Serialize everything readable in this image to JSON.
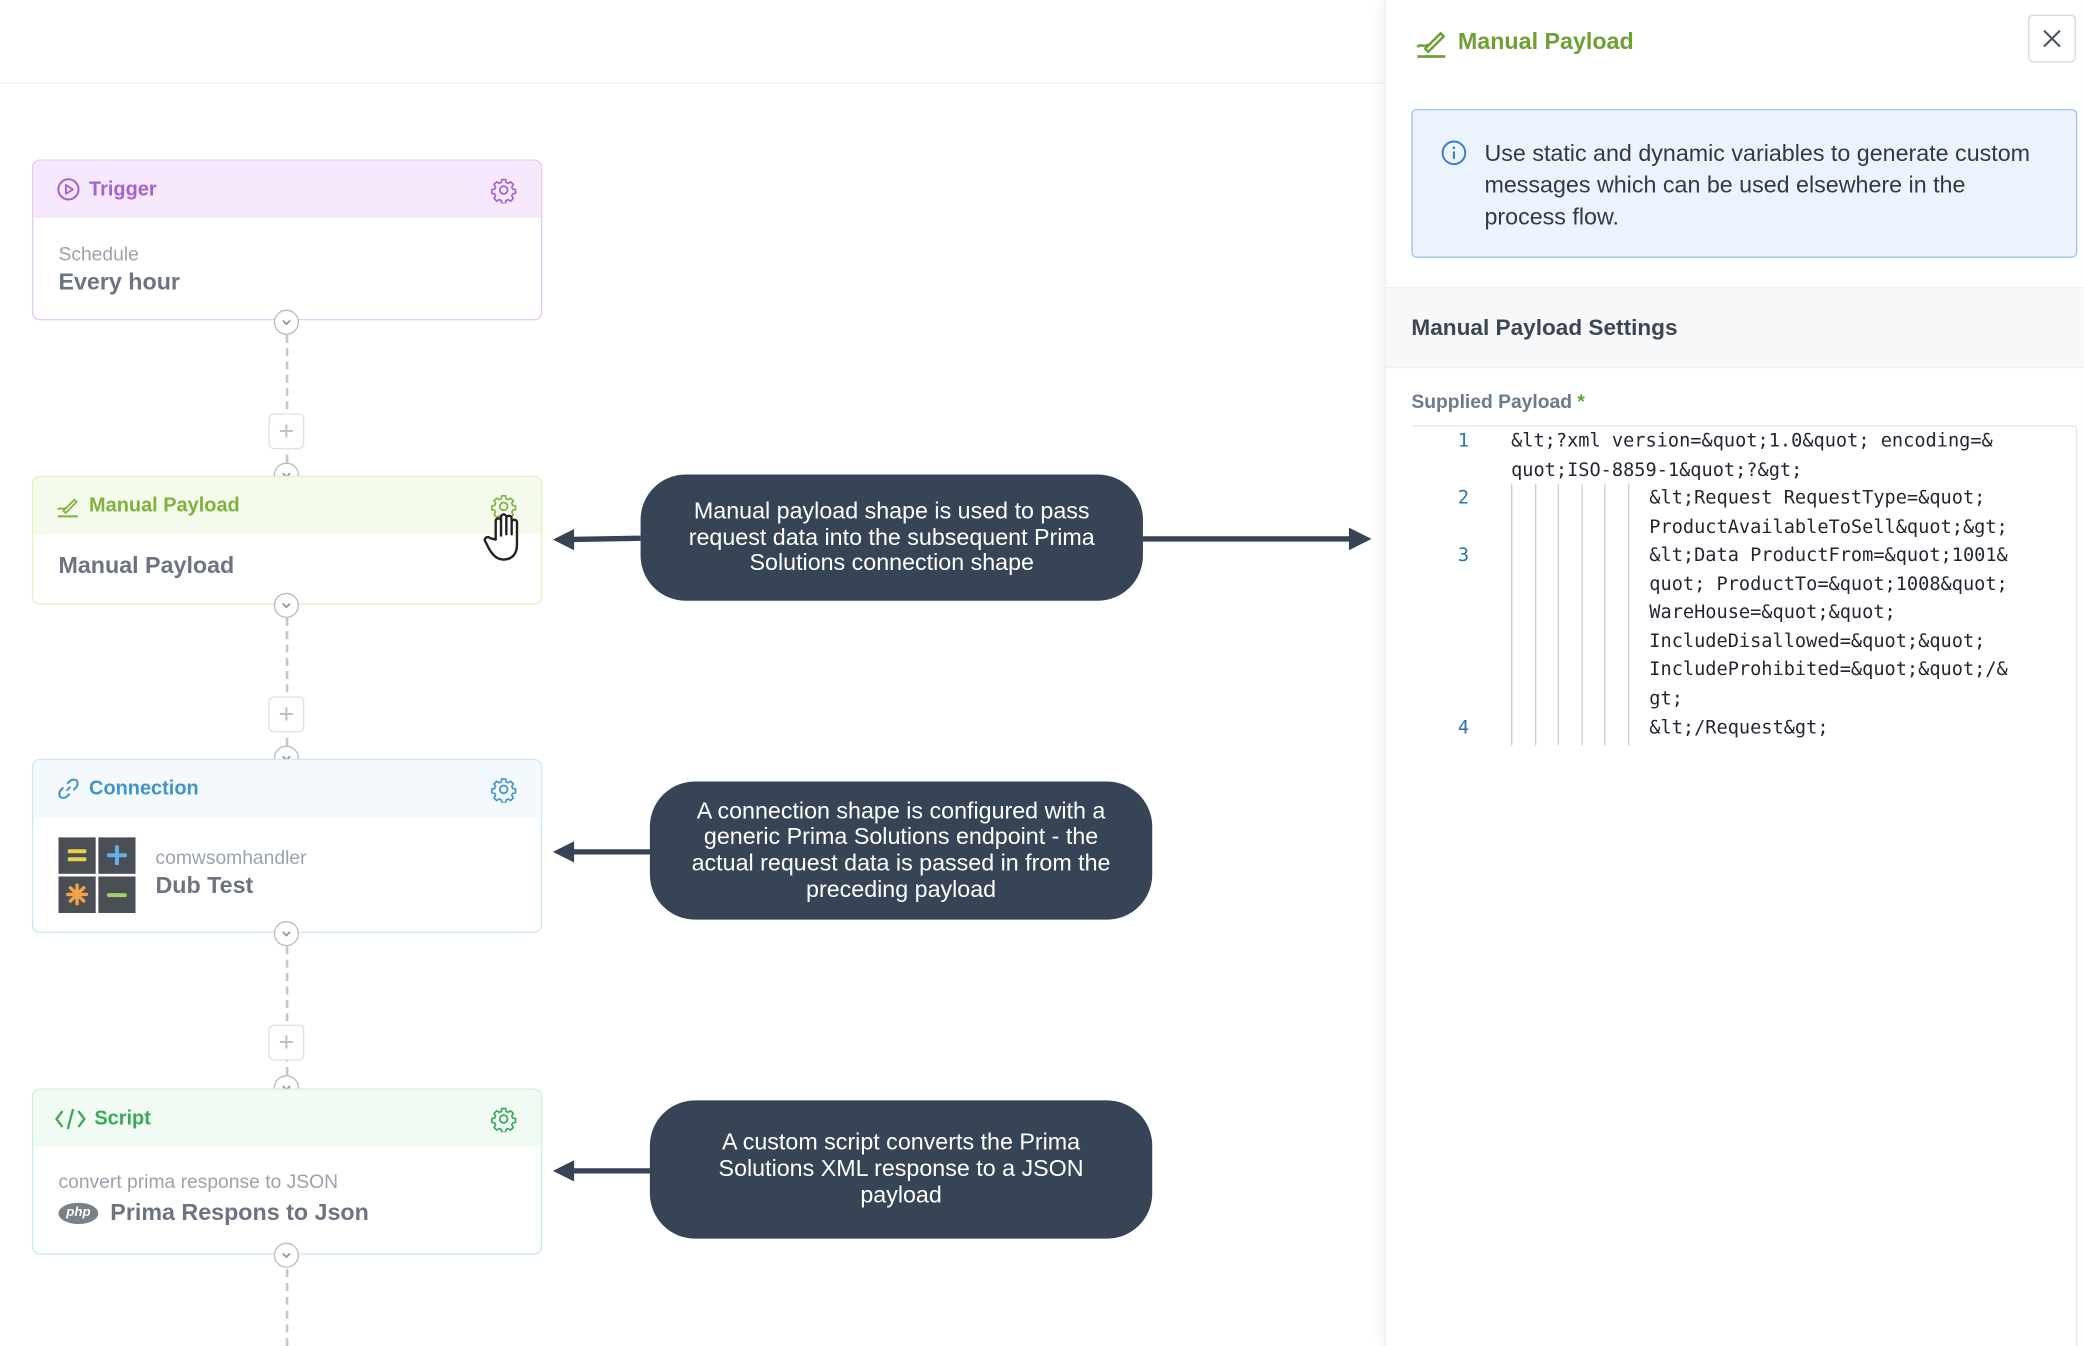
{
  "canvas": {
    "shapes": {
      "trigger": {
        "title": "Trigger",
        "subtitle": "Schedule",
        "value": "Every hour"
      },
      "payload": {
        "title": "Manual Payload",
        "value": "Manual Payload"
      },
      "connection": {
        "title": "Connection",
        "subtitle": "comwsomhandler",
        "value": "Dub Test"
      },
      "script": {
        "title": "Script",
        "subtitle": "convert prima response to JSON",
        "value": "Prima Respons to Json",
        "badge": "php"
      }
    },
    "callouts": {
      "payload": "Manual payload shape is used to pass request data into the subsequent Prima Solutions connection shape",
      "connection": "A connection shape is configured with a generic Prima Solutions endpoint - the actual request data is passed in from the preceding payload",
      "script": "A custom script converts the Prima Solutions XML response to a JSON payload"
    }
  },
  "panel": {
    "title": "Manual Payload",
    "info": "Use static and dynamic variables to generate custom messages which can be used elsewhere in the process flow.",
    "settings_heading": "Manual Payload Settings",
    "field_label": "Supplied Payload",
    "required_mark": "*",
    "code_lines": [
      {
        "number": "1",
        "text": "&lt;?xml version=&quot;1.0&quot; encoding=&\nquot;ISO-8859-1&quot;?&gt;"
      },
      {
        "number": "2",
        "text": "&lt;Request RequestType=&quot;\nProductAvailableToSell&quot;&gt;"
      },
      {
        "number": "3",
        "text": "&lt;Data ProductFrom=&quot;1001&\nquot; ProductTo=&quot;1008&quot;\nWareHouse=&quot;&quot;\nIncludeDisallowed=&quot;&quot;\nIncludeProhibited=&quot;&quot;/&\ngt;"
      },
      {
        "number": "4",
        "text": "&lt;/Request&gt;"
      }
    ]
  },
  "colors": {
    "trigger": "#a463cf",
    "payload": "#7fb23c",
    "connection": "#3f95cb",
    "script": "#3aa85a",
    "callout_bg": "#374456",
    "info_bg": "#ebf4fd"
  },
  "icons": [
    "play-circle-icon",
    "manual-payload-icon",
    "link-icon",
    "code-icon",
    "gear-icon",
    "close-icon",
    "info-icon",
    "chevron-down-icon",
    "plus-icon",
    "calculator-app-icon",
    "php-icon",
    "hand-cursor-icon"
  ]
}
